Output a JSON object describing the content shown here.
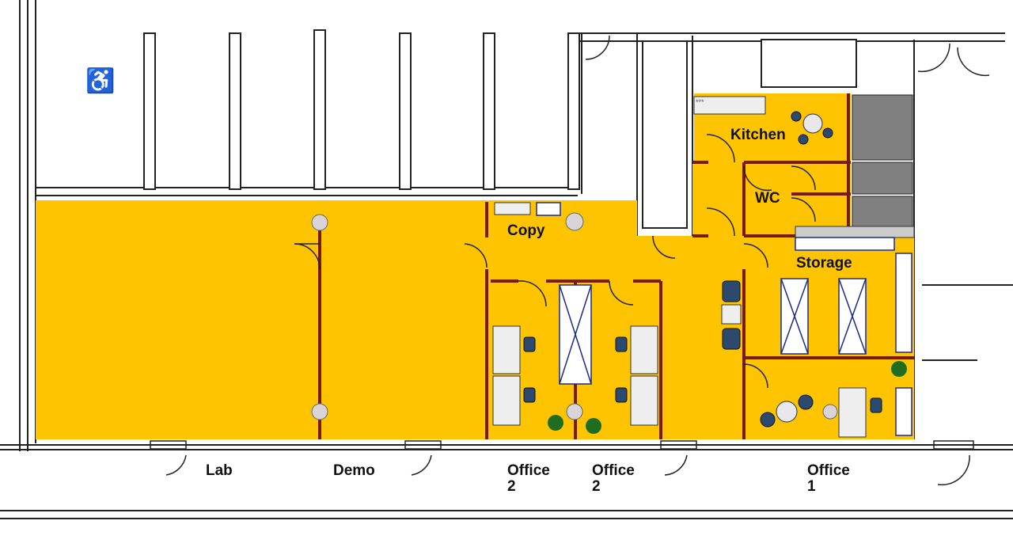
{
  "colors": {
    "room_fill": "#FFC400",
    "wall": "#7A1A10",
    "outline": "#222222",
    "sanitary": "#808080",
    "furniture_blue": "#2C4A6E"
  },
  "rooms": {
    "kitchen": "Kitchen",
    "wc": "WC",
    "copy": "Copy",
    "storage": "Storage"
  },
  "bottom_labels": [
    {
      "line1": "Lab",
      "line2": ""
    },
    {
      "line1": "Demo",
      "line2": ""
    },
    {
      "line1": "Office",
      "line2": "2"
    },
    {
      "line1": "Office",
      "line2": "2"
    },
    {
      "line1": "Office",
      "line2": "1"
    }
  ],
  "kitchen_counter_mark": "***"
}
